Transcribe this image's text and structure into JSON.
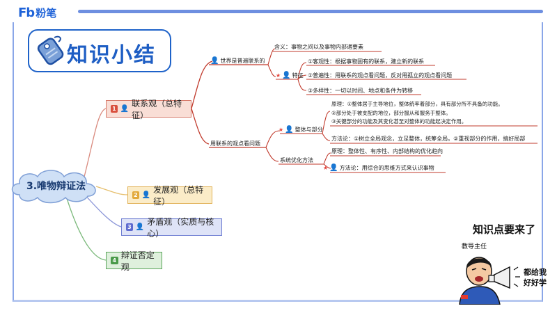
{
  "brand": {
    "logo_mark": "Fb",
    "logo_name": "粉笔"
  },
  "badge": {
    "title": "知识小结",
    "icon": "price-tag-icon"
  },
  "root": {
    "label": "3.唯物辩证法"
  },
  "branches": [
    {
      "num": "1",
      "label": "联系观（总特征）",
      "color": "#d94f3d"
    },
    {
      "num": "2",
      "label": "发展观（总特征）",
      "color": "#e2a93b"
    },
    {
      "num": "3",
      "label": "矛盾观（实质与核心）",
      "color": "#5e6bd0"
    },
    {
      "num": "4",
      "label": "辩证否定观",
      "color": "#4a9a4a"
    }
  ],
  "lianxi": {
    "world": "世界是普遍联系的",
    "definition": "含义：事物之间以及事物内部诸要素",
    "feature": "特征",
    "features": [
      "①客观性：根据事物固有的联系，建立新的联系",
      "②普遍性：用联系的观点看问题，反对用孤立的观点看问题",
      "③多样性：一切以时间、地点和条件为转移"
    ],
    "method": "用联系的观点看问题",
    "whole": "整体与部分",
    "whole_principles": [
      "原理：①整体居于主导地位，整体统率着部分，具有部分所不具备的功能。",
      "②部分处于被支配的地位，部分服从和服务于整体。",
      "③关键部分的功能及其变化甚至对整体的功能起决定作用。"
    ],
    "whole_method": "方法论：①树立全局观念，立足整体，统筹全局。②重视部分的作用，搞好局部",
    "system": "系统优化方法",
    "system_principle": "原理：整体性、有序性、内部结构的优化趋向",
    "system_method": "方法论：用综合的思维方式来认识事物"
  },
  "character": {
    "bubble": "知识点要来了",
    "role": "教导主任",
    "shout_1": "都给我",
    "shout_2": "好好学"
  }
}
